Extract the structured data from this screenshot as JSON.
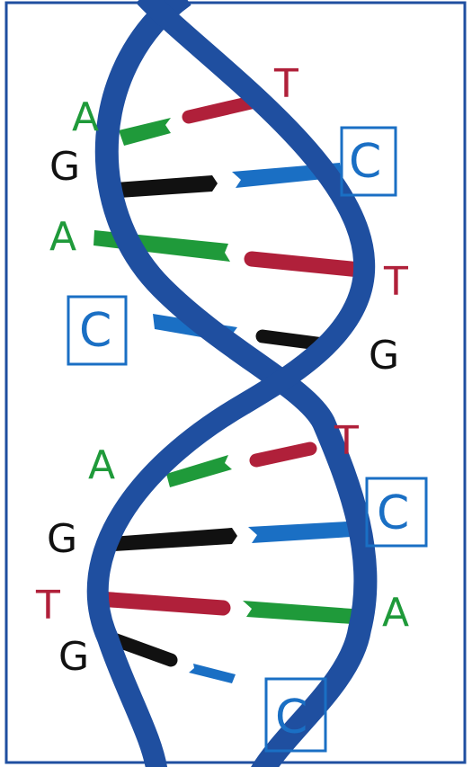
{
  "colors": {
    "backbone": "#1f4fa0",
    "frame": "#1f4fa0",
    "A": "#1f9a3a",
    "T": "#b0203a",
    "G": "#111111",
    "C": "#1a6fc4",
    "box": "#1a6fc4"
  },
  "left_labels": [
    {
      "base": "A",
      "boxed": false
    },
    {
      "base": "G",
      "boxed": false
    },
    {
      "base": "A",
      "boxed": false
    },
    {
      "base": "C",
      "boxed": true
    },
    {
      "base": "A",
      "boxed": false
    },
    {
      "base": "G",
      "boxed": false
    },
    {
      "base": "T",
      "boxed": false
    },
    {
      "base": "G",
      "boxed": false
    }
  ],
  "right_labels": [
    {
      "base": "T",
      "boxed": false
    },
    {
      "base": "C",
      "boxed": true
    },
    {
      "base": "T",
      "boxed": false
    },
    {
      "base": "G",
      "boxed": false
    },
    {
      "base": "T",
      "boxed": false
    },
    {
      "base": "C",
      "boxed": true
    },
    {
      "base": "A",
      "boxed": false
    },
    {
      "base": "C",
      "boxed": true
    }
  ]
}
